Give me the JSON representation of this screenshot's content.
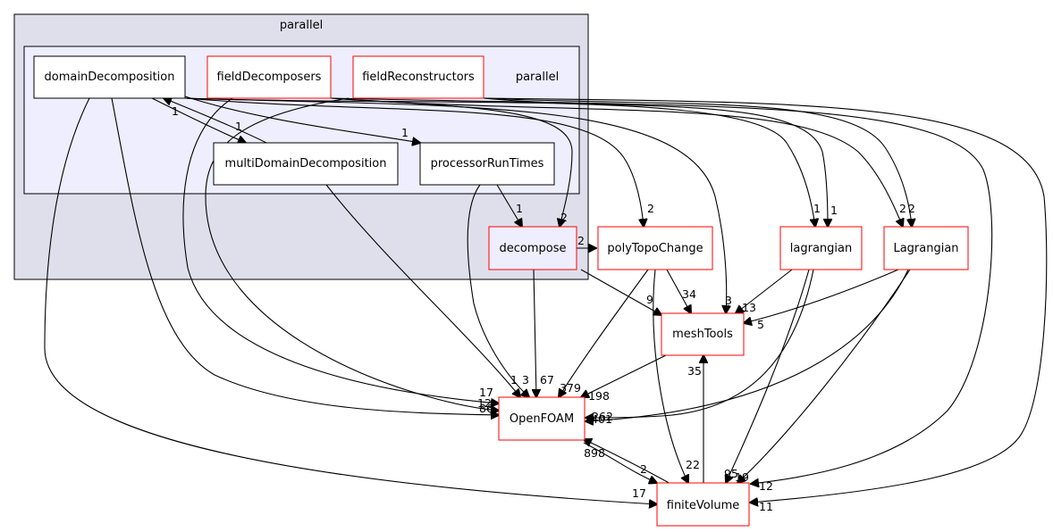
{
  "clusters": {
    "outer": {
      "label": "parallel",
      "fill": "#dfdfec",
      "stroke": "#000000"
    },
    "inner": {
      "label": "parallel",
      "fill": "#eeeeff",
      "stroke": "#000000"
    }
  },
  "nodes": {
    "domainDecomposition": {
      "label": "domainDecomposition",
      "border": "#000000"
    },
    "fieldDecomposers": {
      "label": "fieldDecomposers",
      "border": "#ff0000"
    },
    "fieldReconstructors": {
      "label": "fieldReconstructors",
      "border": "#ff0000"
    },
    "multiDomainDecomposition": {
      "label": "multiDomainDecomposition",
      "border": "#000000"
    },
    "processorRunTimes": {
      "label": "processorRunTimes",
      "border": "#000000"
    },
    "decompose": {
      "label": "decompose",
      "border": "#ff0000"
    },
    "polyTopoChange": {
      "label": "polyTopoChange",
      "border": "#ff0000"
    },
    "lagrangian": {
      "label": "lagrangian",
      "border": "#ff0000"
    },
    "Lagrangian": {
      "label": "Lagrangian",
      "border": "#ff0000"
    },
    "meshTools": {
      "label": "meshTools",
      "border": "#ff0000"
    },
    "OpenFOAM": {
      "label": "OpenFOAM",
      "border": "#ff0000"
    },
    "finiteVolume": {
      "label": "finiteVolume",
      "border": "#ff0000"
    }
  },
  "edge_labels": {
    "dd_multi": "1",
    "multi_dd": "1",
    "dd_proc": "1",
    "proc_decompose": "1",
    "fd_decompose": "2",
    "decompose_poly": "2",
    "dd_poly": "2",
    "dd_lagrangian": "1",
    "fr_lagrangian": "1",
    "fd_Lagrangian": "2",
    "fr_Lagrangian": "2",
    "decompose_mesh": "9",
    "poly_mesh": "34",
    "dd_mesh": "3",
    "lagrangian_mesh": "13",
    "Lagrangian_mesh": "5",
    "fd_openfoam": "17",
    "fr_openfoam": "12",
    "dd_openfoam": "86",
    "multi_openfoam": "1",
    "proc_openfoam": "3",
    "decompose_openfoam": "67",
    "poly_openfoam": "379",
    "mesh_openfoam": "198",
    "lagrangian_openfoam": "262",
    "Lagrangian_openfoam": "401",
    "fv_openfoam": "898",
    "openfoam_fv": "2",
    "mesh_fv_up": "35",
    "poly_fv": "22",
    "lagrangian_fv": "95",
    "Lagrangian_fv": "19",
    "fd_fv": "12",
    "fr_fv": "11",
    "dd_fv": "17"
  }
}
